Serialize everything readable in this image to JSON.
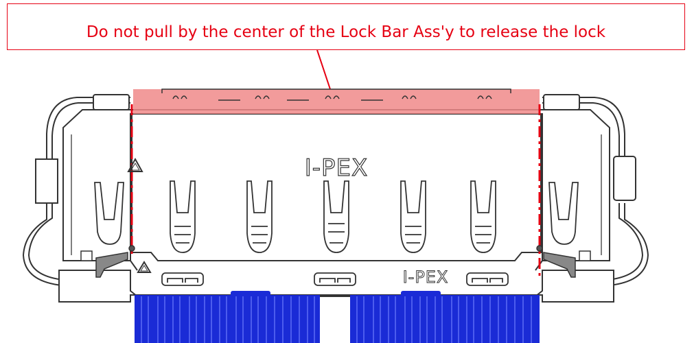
{
  "callout": {
    "text": "Do not pull by the center of the Lock Bar Ass'y to release the lock"
  },
  "part": {
    "brand_top": "I-PEX",
    "brand_bottom": "I-PEX",
    "lock_bar_highlight_color": "#f08a8a",
    "callout_color": "#e60012",
    "cable_color": "#1a2bd6",
    "outline_color": "#333333",
    "icons": [
      "warning-triangle-icon",
      "warning-triangle-icon"
    ]
  }
}
